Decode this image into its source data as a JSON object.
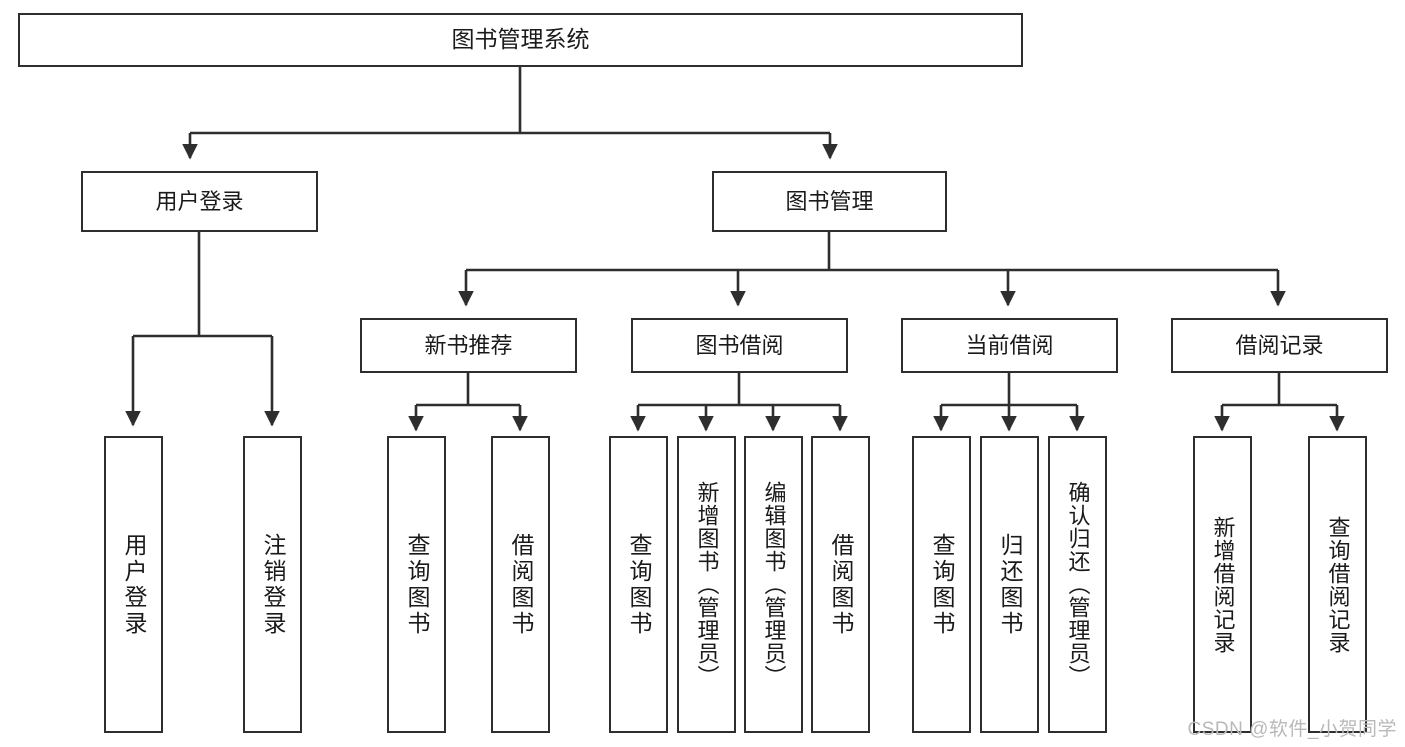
{
  "diagram": {
    "title": "图书管理系统",
    "type": "tree-hierarchy-diagram",
    "root": {
      "label": "图书管理系统"
    },
    "level2": [
      {
        "label": "用户登录"
      },
      {
        "label": "图书管理"
      }
    ],
    "level3": [
      {
        "label": "新书推荐"
      },
      {
        "label": "图书借阅"
      },
      {
        "label": "当前借阅"
      },
      {
        "label": "借阅记录"
      }
    ],
    "leaves": {
      "user_login": [
        {
          "label": "用户登录"
        },
        {
          "label": "注销登录"
        }
      ],
      "new_book_recommend": [
        {
          "label": "查询图书"
        },
        {
          "label": "借阅图书"
        }
      ],
      "book_borrow": [
        {
          "label": "查询图书"
        },
        {
          "label": "新增图书（管理员）"
        },
        {
          "label": "编辑图书（管理员）"
        },
        {
          "label": "借阅图书"
        }
      ],
      "current_borrow": [
        {
          "label": "查询图书"
        },
        {
          "label": "归还图书"
        },
        {
          "label": "确认归还（管理员）"
        }
      ],
      "borrow_record": [
        {
          "label": "新增借阅记录"
        },
        {
          "label": "查询借阅记录"
        }
      ]
    }
  },
  "watermark": {
    "text": "CSDN @软件_小贺同学"
  },
  "colors": {
    "border": "#2e2e2e",
    "background": "#ffffff",
    "text": "#1a1a1a",
    "watermark": "#b9b9b9"
  }
}
